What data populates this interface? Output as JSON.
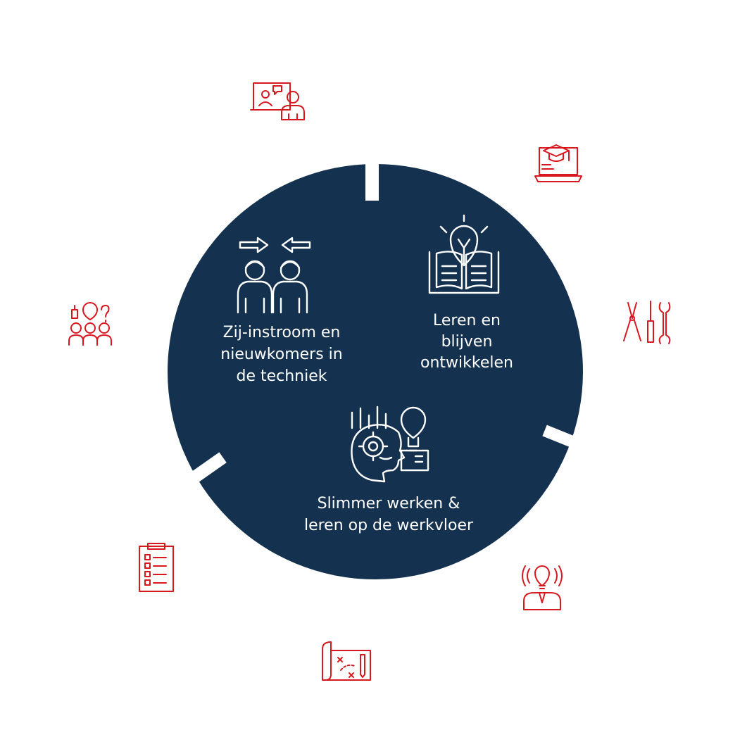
{
  "colors": {
    "background": "#ffffff",
    "circle": "#14324f",
    "segment_icon": "#ffffff",
    "outer_icon": "#d7191f"
  },
  "segments": [
    {
      "icon": "two-people-exchange-icon",
      "label_lines": [
        "Zij-instroom en",
        "nieuwkomers in",
        "de techniek"
      ]
    },
    {
      "icon": "lightbulb-book-icon",
      "label_lines": [
        "Leren en",
        "blijven",
        "ontwikkelen"
      ]
    },
    {
      "icon": "head-gear-lightbulb-icon",
      "label_lines": [
        "Slimmer werken &",
        "leren op de werkvloer"
      ]
    }
  ],
  "outer_icons": [
    "video-call-presenter-icon",
    "online-graduation-laptop-icon",
    "tools-pliers-screwdriver-wrench-icon",
    "person-idea-lightbulb-icon",
    "map-route-pencil-icon",
    "checklist-clipboard-icon",
    "team-ideas-question-icon"
  ]
}
